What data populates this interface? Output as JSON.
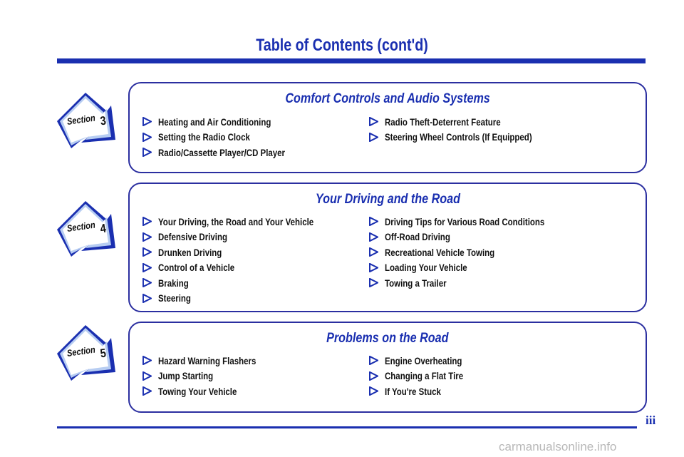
{
  "page": {
    "title": "Table of Contents (cont'd)",
    "page_number": "iii",
    "watermark": "carmanualsonline.info"
  },
  "colors": {
    "accent": "#1a2fb0",
    "badge_fill": "#b7cdf2",
    "bullet": "#1a2fb0"
  },
  "sections": [
    {
      "badge_word": "Section",
      "badge_number": "3",
      "title": "Comfort Controls and Audio Systems",
      "left_items": [
        "Heating and Air Conditioning",
        "Setting the Radio Clock",
        "Radio/Cassette Player/CD Player"
      ],
      "right_items": [
        "Radio Theft-Deterrent Feature",
        "Steering Wheel Controls (If Equipped)"
      ]
    },
    {
      "badge_word": "Section",
      "badge_number": "4",
      "title": "Your Driving and the Road",
      "left_items": [
        "Your Driving, the Road and Your Vehicle",
        "Defensive Driving",
        "Drunken Driving",
        "Control of a Vehicle",
        "Braking",
        "Steering"
      ],
      "right_items": [
        "Driving Tips for Various Road Conditions",
        "Off-Road Driving",
        "Recreational Vehicle Towing",
        "Loading Your Vehicle",
        "Towing a Trailer"
      ]
    },
    {
      "badge_word": "Section",
      "badge_number": "5",
      "title": "Problems on the Road",
      "left_items": [
        "Hazard Warning Flashers",
        "Jump Starting",
        "Towing Your Vehicle"
      ],
      "right_items": [
        "Engine Overheating",
        "Changing a Flat Tire",
        "If You're Stuck"
      ]
    }
  ]
}
